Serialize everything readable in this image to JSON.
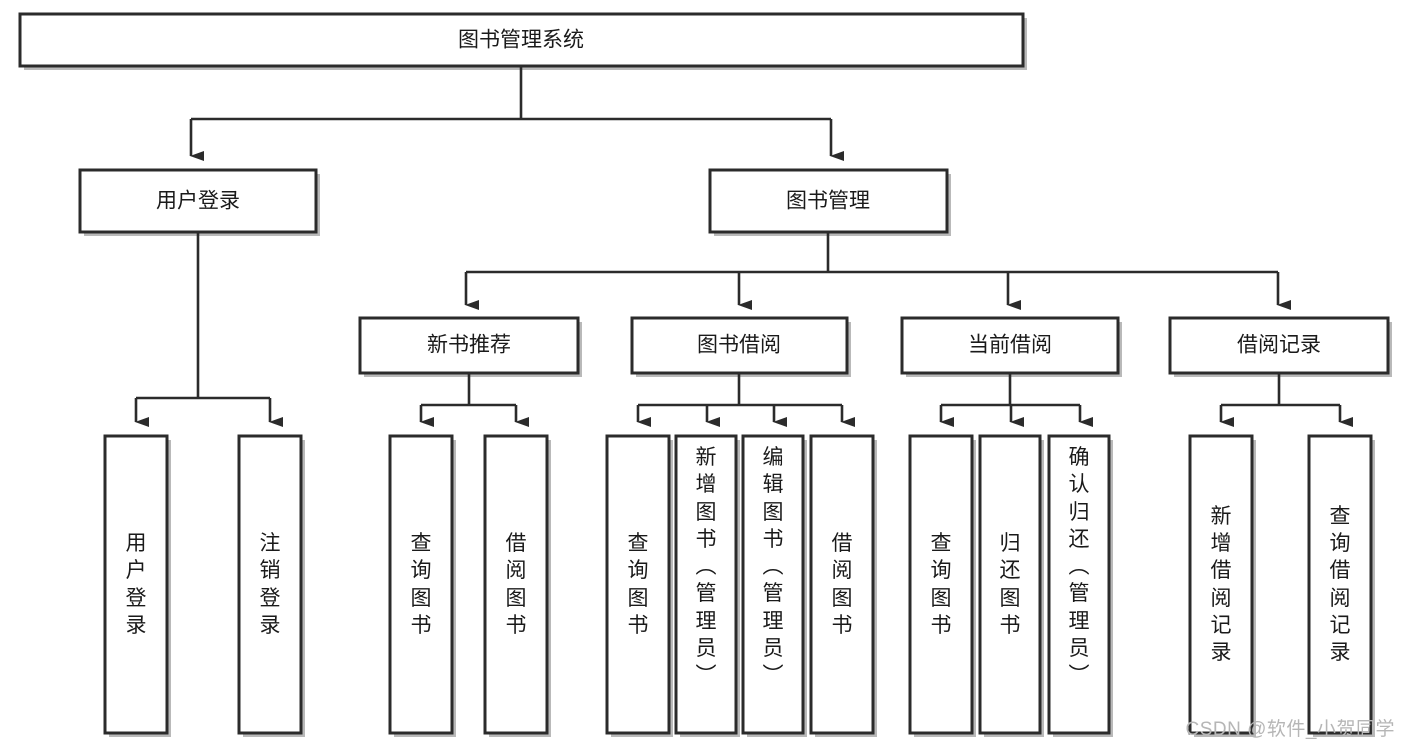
{
  "diagram": {
    "title_node": {
      "label": "图书管理系统"
    },
    "level2": [
      {
        "id": "user-login",
        "label": "用户登录"
      },
      {
        "id": "book-management",
        "label": "图书管理"
      }
    ],
    "level3": [
      {
        "id": "new-book-recommend",
        "label": "新书推荐"
      },
      {
        "id": "book-borrow",
        "label": "图书借阅"
      },
      {
        "id": "current-borrow",
        "label": "当前借阅"
      },
      {
        "id": "borrow-record",
        "label": "借阅记录"
      }
    ],
    "leaves": {
      "user-login": [
        {
          "id": "leaf-user-login",
          "chars": [
            "用",
            "户",
            "登",
            "录"
          ]
        },
        {
          "id": "leaf-logout",
          "chars": [
            "注",
            "销",
            "登",
            "录"
          ]
        }
      ],
      "new-book-recommend": [
        {
          "id": "leaf-query-book-1",
          "chars": [
            "查",
            "询",
            "图",
            "书"
          ]
        },
        {
          "id": "leaf-borrow-book-1",
          "chars": [
            "借",
            "阅",
            "图",
            "书"
          ]
        }
      ],
      "book-borrow": [
        {
          "id": "leaf-query-book-2",
          "chars": [
            "查",
            "询",
            "图",
            "书"
          ]
        },
        {
          "id": "leaf-add-book-admin",
          "chars": [
            "新",
            "增",
            "图",
            "书",
            "（",
            "管",
            "理",
            "员",
            "）"
          ]
        },
        {
          "id": "leaf-edit-book-admin",
          "chars": [
            "编",
            "辑",
            "图",
            "书",
            "（",
            "管",
            "理",
            "员",
            "）"
          ]
        },
        {
          "id": "leaf-borrow-book-2",
          "chars": [
            "借",
            "阅",
            "图",
            "书"
          ]
        }
      ],
      "current-borrow": [
        {
          "id": "leaf-query-book-3",
          "chars": [
            "查",
            "询",
            "图",
            "书"
          ]
        },
        {
          "id": "leaf-return-book",
          "chars": [
            "归",
            "还",
            "图",
            "书"
          ]
        },
        {
          "id": "leaf-confirm-return-admin",
          "chars": [
            "确",
            "认",
            "归",
            "还",
            "（",
            "管",
            "理",
            "员",
            "）"
          ]
        }
      ],
      "borrow-record": [
        {
          "id": "leaf-add-borrow-record",
          "chars": [
            "新",
            "增",
            "借",
            "阅",
            "记",
            "录"
          ]
        },
        {
          "id": "leaf-query-borrow-record",
          "chars": [
            "查",
            "询",
            "借",
            "阅",
            "记",
            "录"
          ]
        }
      ]
    },
    "watermark": "CSDN @软件_小贺同学",
    "colors": {
      "stroke": "#2b2b2b",
      "fill": "#ffffff",
      "text": "#1a1a1a",
      "shadow": "#b9b9b9",
      "watermark": "#b6b6b6"
    }
  }
}
